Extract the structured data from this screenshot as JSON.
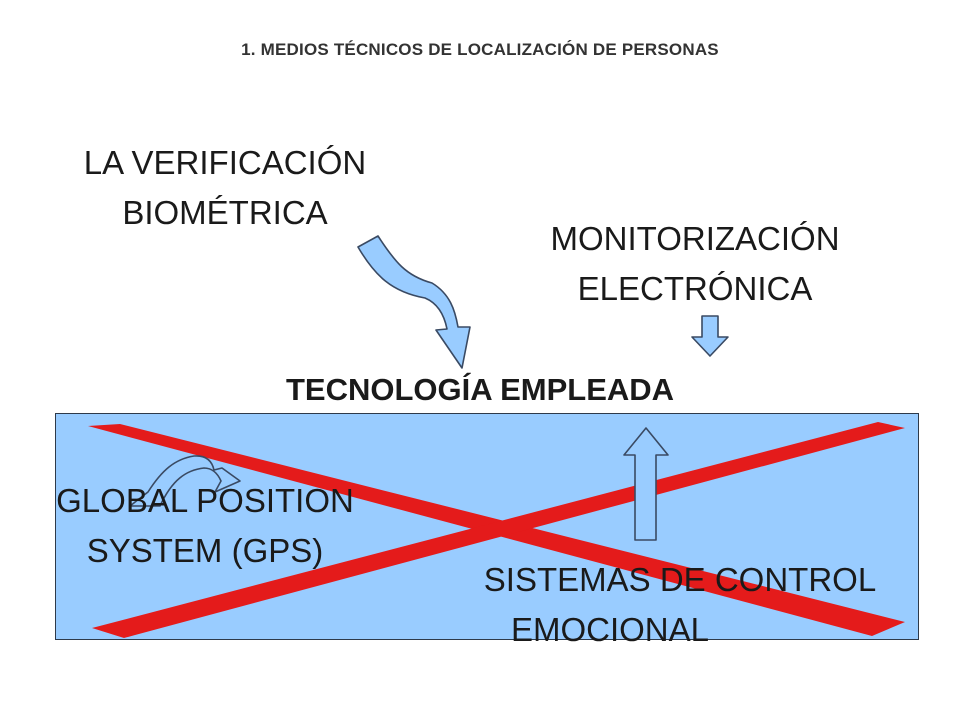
{
  "title": "1. MEDIOS TÉCNICOS DE LOCALIZACIÓN DE PERSONAS",
  "nodes": {
    "biometric": {
      "line1": "LA VERIFICACIÓN",
      "line2": "BIOMÉTRICA"
    },
    "electronic": {
      "line1": "MONITORIZACIÓN",
      "line2": "ELECTRÓNICA"
    },
    "center": {
      "label": "TECNOLOGÍA EMPLEADA"
    },
    "gps": {
      "line1": "GLOBAL POSITION",
      "line2": "SYSTEM (GPS)"
    },
    "emotional": {
      "line1": "SISTEMAS DE CONTROL",
      "line2": "EMOCIONAL"
    }
  },
  "colors": {
    "panel": "#99ccff",
    "cross": "#e41b1b",
    "arrow_fill": "#99ccff",
    "arrow_stroke": "#3a4a63"
  }
}
